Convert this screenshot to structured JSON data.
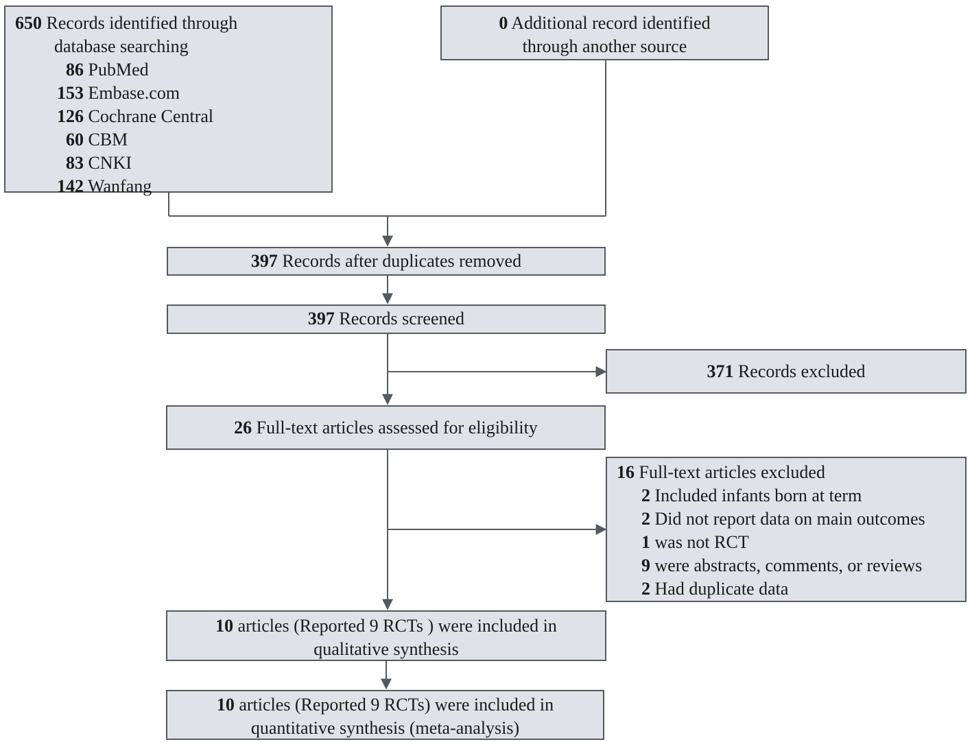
{
  "db_search": {
    "count": "650",
    "title_a": "Records identified through",
    "title_b": "database searching",
    "sources": [
      {
        "count": "86",
        "name": "PubMed"
      },
      {
        "count": "153",
        "name": "Embase.com"
      },
      {
        "count": "126",
        "name": "Cochrane Central"
      },
      {
        "count": "60",
        "name": "CBM"
      },
      {
        "count": "83",
        "name": "CNKI"
      },
      {
        "count": "142",
        "name": "Wanfang"
      }
    ]
  },
  "additional": {
    "count": "0",
    "text_a": "Additional record identified",
    "text_b": "through another source"
  },
  "dup_removed": {
    "count": "397",
    "text": "Records after duplicates removed"
  },
  "screened": {
    "count": "397",
    "text": "Records screened"
  },
  "records_excluded": {
    "count": "371",
    "text": "Records excluded"
  },
  "assessed": {
    "count": "26",
    "text": "Full-text articles assessed for eligibility"
  },
  "fulltext_excluded": {
    "count": "16",
    "text": "Full-text articles excluded",
    "reasons": [
      {
        "count": "2",
        "text": "Included infants born at term"
      },
      {
        "count": "2",
        "text": "Did not report data on main outcomes"
      },
      {
        "count": "1",
        "text": "was not RCT"
      },
      {
        "count": "9",
        "text": "were abstracts, comments, or reviews"
      },
      {
        "count": "2",
        "text": "Had duplicate data"
      }
    ]
  },
  "qualitative": {
    "count": "10",
    "text_a": "articles (Reported 9 RCTs ) were included in",
    "text_b": "qualitative synthesis"
  },
  "quantitative": {
    "count": "10",
    "text_a": "articles (Reported 9 RCTs) were included in",
    "text_b": "quantitative synthesis (meta-analysis)"
  }
}
